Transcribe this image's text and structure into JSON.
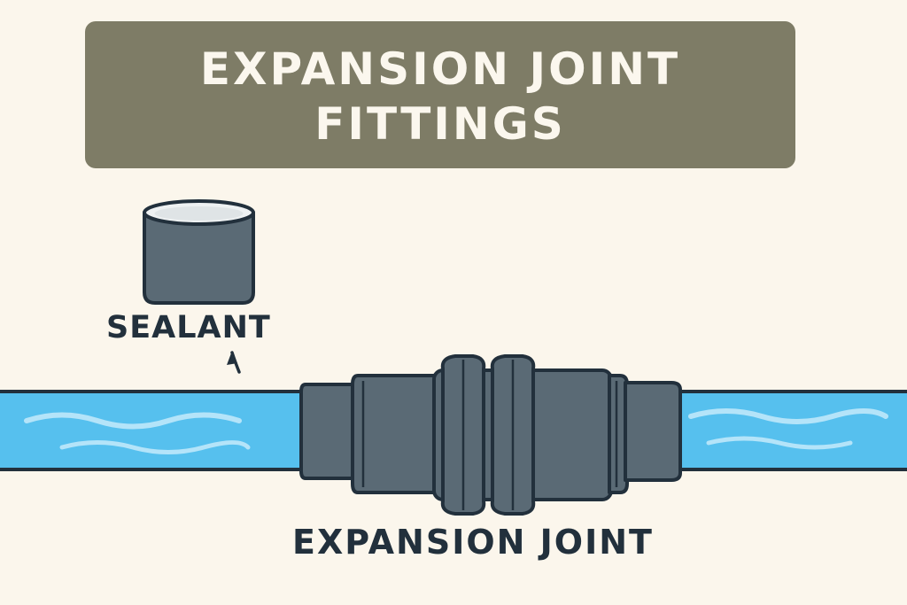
{
  "title": "EXPANSION JOINT FITTINGS",
  "labels": {
    "sealant": "SEALANT",
    "expansion_joint": "EXPANSION JOINT"
  },
  "colors": {
    "background": "#fbf6ec",
    "banner": "#7e7c66",
    "banner_text": "#fbf7ee",
    "water": "#56c0ee",
    "water_highlight": "#bfe8fb",
    "fitting": "#5a6a75",
    "outline": "#22303c"
  },
  "icons": [
    "sealant-container-icon",
    "water-pipe-icon",
    "expansion-joint-icon",
    "pointer-arrow-icon"
  ]
}
